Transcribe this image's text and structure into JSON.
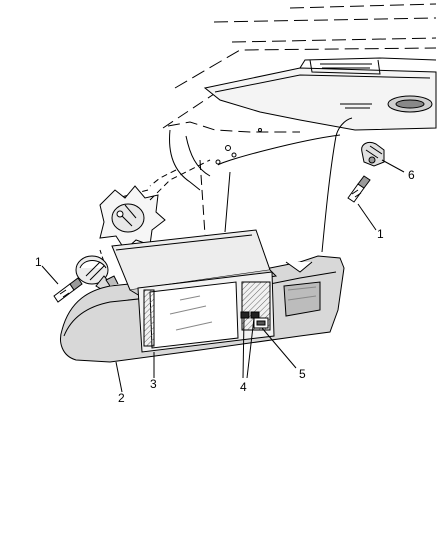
{
  "callouts": {
    "c1_left": "1",
    "c1_right": "1",
    "c2": "2",
    "c3": "3",
    "c4": "4",
    "c5": "5",
    "c6": "6"
  },
  "colors": {
    "ink": "#000000",
    "shade": "#dcdcdc",
    "shade_dark": "#bdbdbd",
    "paper": "#ffffff"
  }
}
